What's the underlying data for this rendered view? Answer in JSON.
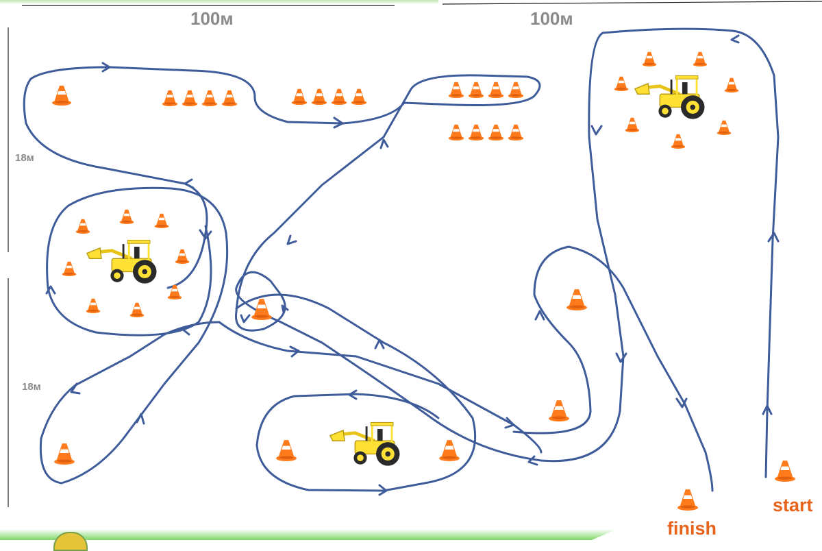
{
  "labels": {
    "distance_top_left": "100м",
    "distance_top_right": "100м",
    "distance_side_upper": "18м",
    "distance_side_lower": "18м",
    "finish": "finish",
    "start": "start"
  },
  "colors": {
    "route_line": "#3f5c9a",
    "cone": "#ff7a1a",
    "cone_stripe": "#ffffff",
    "tractor_body": "#ffe135",
    "tractor_dark": "#2a2a2a",
    "label_gray": "#8a8a8a",
    "label_orange": "#e8641c"
  },
  "icons": [
    "traffic-cone-icon",
    "tractor-icon",
    "route-arrow-icon"
  ]
}
